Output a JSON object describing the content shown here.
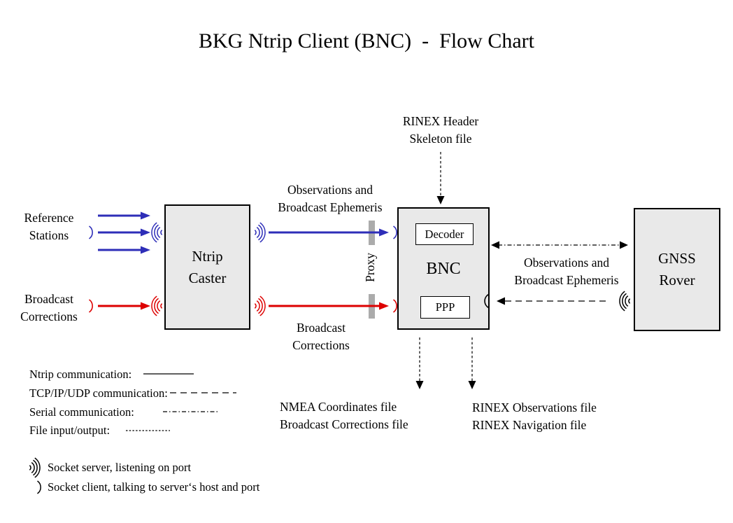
{
  "title": "BKG Ntrip Client (BNC)  -  Flow Chart",
  "nodes": {
    "ntrip_caster": "Ntrip\nCaster",
    "bnc": "BNC",
    "decoder": "Decoder",
    "ppp": "PPP",
    "gnss_rover": "GNSS\nRover"
  },
  "labels": {
    "reference_stations": "Reference\nStations",
    "broadcast_corrections_input": "Broadcast\nCorrections",
    "observations_ephemeris_caster_bnc": "Observations and\nBroadcast Ephemeris",
    "broadcast_corrections_caster_bnc": "Broadcast\nCorrections",
    "rinex_header_skeleton": "RINEX Header\nSkeleton file",
    "proxy": "Proxy",
    "observations_ephemeris_bnc_rover": "Observations and\nBroadcast Ephemeris",
    "nmea_outputs": "NMEA Coordinates file\nBroadcast Corrections file",
    "rinex_outputs": "RINEX Observations file\nRINEX Navigation file"
  },
  "legend": {
    "items": [
      {
        "label": "Ntrip communication:",
        "style": "solid"
      },
      {
        "label": "TCP/IP/UDP communication:",
        "style": "dashed"
      },
      {
        "label": "Serial communication:",
        "style": "dashdot"
      },
      {
        "label": "File input/output:",
        "style": "finedash"
      }
    ],
    "socket_server": "Socket server, listening on port",
    "socket_client": "Socket client, talking to server‘s host and port"
  },
  "colors": {
    "blue": "#2e2eb8",
    "red": "#dd0000",
    "box_fill": "#e9e9e9",
    "proxy_bar": "#ababab",
    "line_black": "#000000"
  }
}
